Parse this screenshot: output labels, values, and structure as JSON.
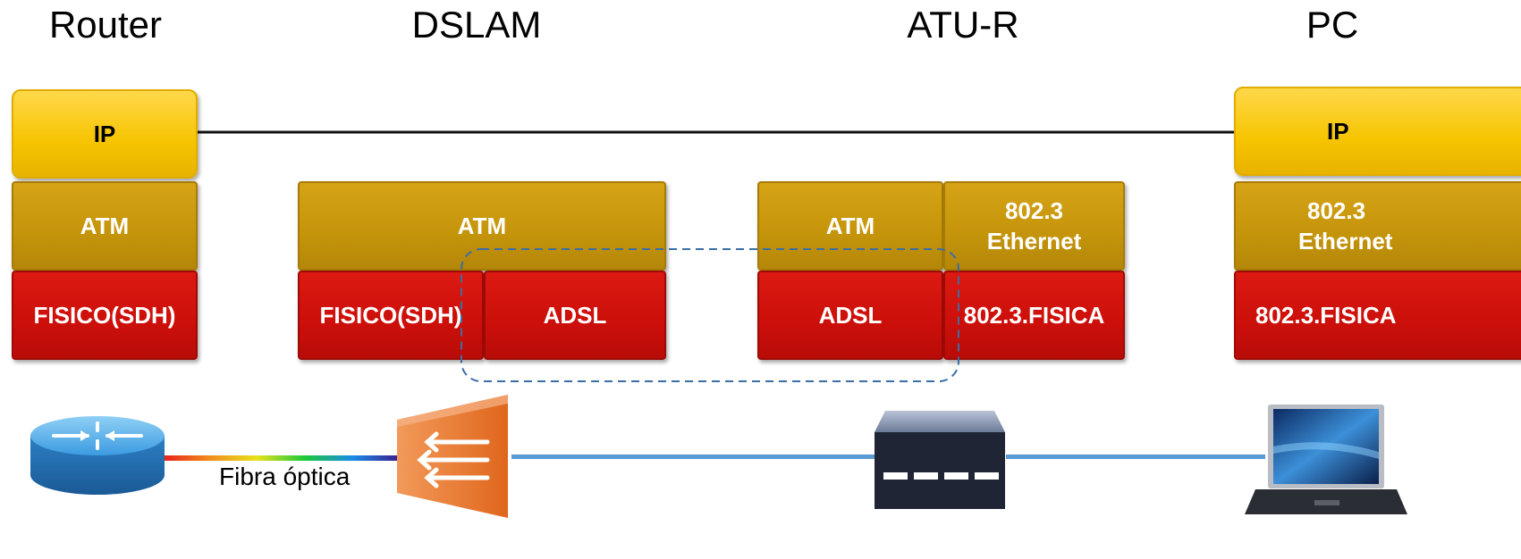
{
  "titles": {
    "router": "Router",
    "dslam": "DSLAM",
    "atur": "ATU-R",
    "pc": "PC"
  },
  "router": {
    "ip": "IP",
    "atm": "ATM",
    "phy": "FISICO(SDH)"
  },
  "dslam": {
    "atm": "ATM",
    "phy_sdh": "FISICO(SDH)",
    "phy_adsl": "ADSL"
  },
  "atur": {
    "atm": "ATM",
    "eth_line1": "802.3",
    "eth_line2": "Ethernet",
    "adsl": "ADSL",
    "eth_phy": "802.3.FISICA"
  },
  "pc": {
    "ip": "IP",
    "eth_line1": "802.3",
    "eth_line2": "Ethernet",
    "eth_phy": "802.3.FISICA"
  },
  "links": {
    "fiber_label": "Fibra óptica"
  },
  "colors": {
    "ip": "#f6c400",
    "atm": "#c4940a",
    "physical": "#cc0f0a",
    "link": "#5b9bd5",
    "dashed": "#3a6ea5"
  },
  "icons": {
    "router": "router-icon",
    "dslam": "dslam-icon",
    "atur": "modem-icon",
    "pc": "laptop-icon"
  }
}
